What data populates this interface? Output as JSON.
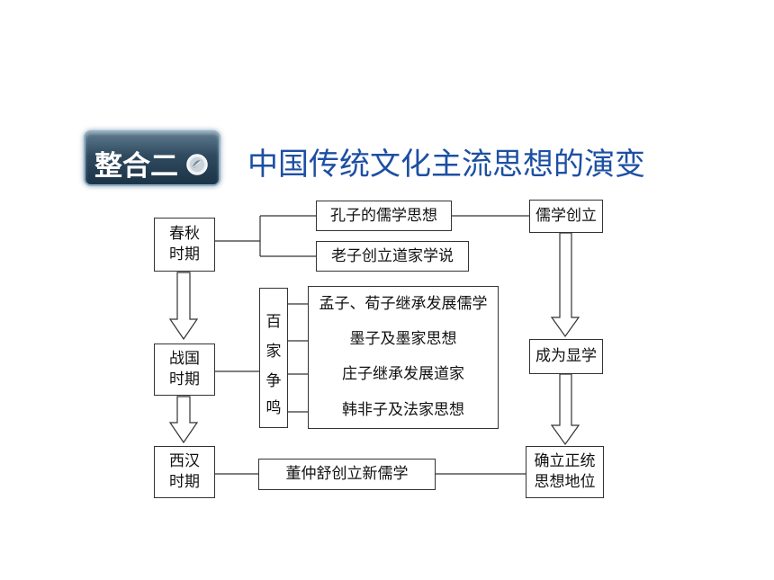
{
  "header": {
    "badge_label": "整合二",
    "title": "中国传统文化主流思想的演变"
  },
  "periods": {
    "chunqiu": "春秋\n时期",
    "zhanguo": "战国\n时期",
    "xihan": "西汉\n时期"
  },
  "chunqiu_items": {
    "kongzi": "孔子的儒学思想",
    "laozi": "老子创立道家学说"
  },
  "baijia": {
    "chars": [
      "百",
      "家",
      "争",
      "鸣"
    ],
    "items": [
      "孟子、荀子继承发展儒学",
      "墨子及墨家思想",
      "庄子继承发展道家",
      "韩非子及法家思想"
    ]
  },
  "xihan_item": "董仲舒创立新儒学",
  "confucian_stages": {
    "founded": "儒学创立",
    "prominent": "成为显学",
    "orthodox": "确立正统\n思想地位"
  },
  "colors": {
    "title": "#1d4fa3",
    "badge": "#2f4a5f",
    "line": "#333333"
  },
  "icons": {
    "badge_icon": "leaf-disc-icon"
  }
}
